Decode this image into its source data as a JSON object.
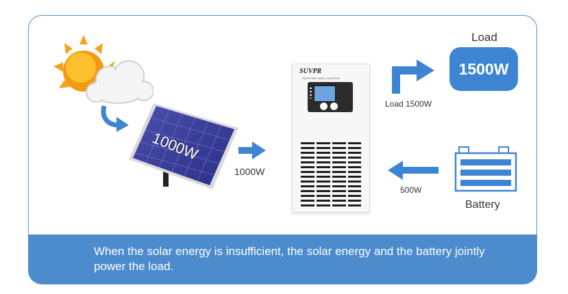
{
  "panel_watts": "1000W",
  "panel_flow_label": "1000W",
  "load": {
    "title": "Load",
    "value": "1500W",
    "flow_label": "Load 1500W"
  },
  "battery": {
    "title": "Battery",
    "flow_label": "500W"
  },
  "inverter": {
    "brand": "SUVPR",
    "subtitle": "PURE SINE WAVE INVERTER"
  },
  "caption": "When the solar energy is insufficient, the solar energy and the battery jointly power the load.",
  "colors": {
    "accent": "#3d85d2",
    "footer": "#4c8ccc",
    "border": "#4f8fd0"
  }
}
